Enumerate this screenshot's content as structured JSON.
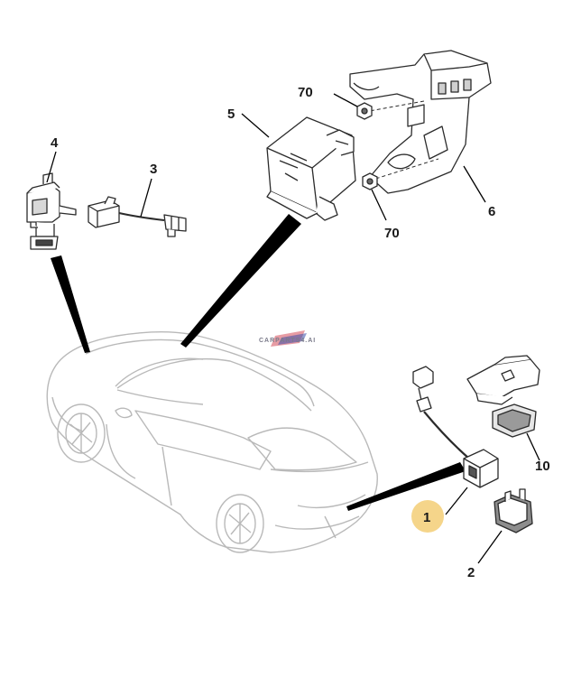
{
  "diagram": {
    "watermark": "CARPARTS4.AI",
    "callouts": {
      "p1": "1",
      "p2": "2",
      "p3": "3",
      "p4": "4",
      "p5": "5",
      "p6": "6",
      "p10": "10",
      "p70a": "70",
      "p70b": "70"
    },
    "colors": {
      "outline": "#2b2b2b",
      "car_outline": "#b8b8b8",
      "highlight_badge": "#f5d58a",
      "leader": "#000000"
    }
  }
}
